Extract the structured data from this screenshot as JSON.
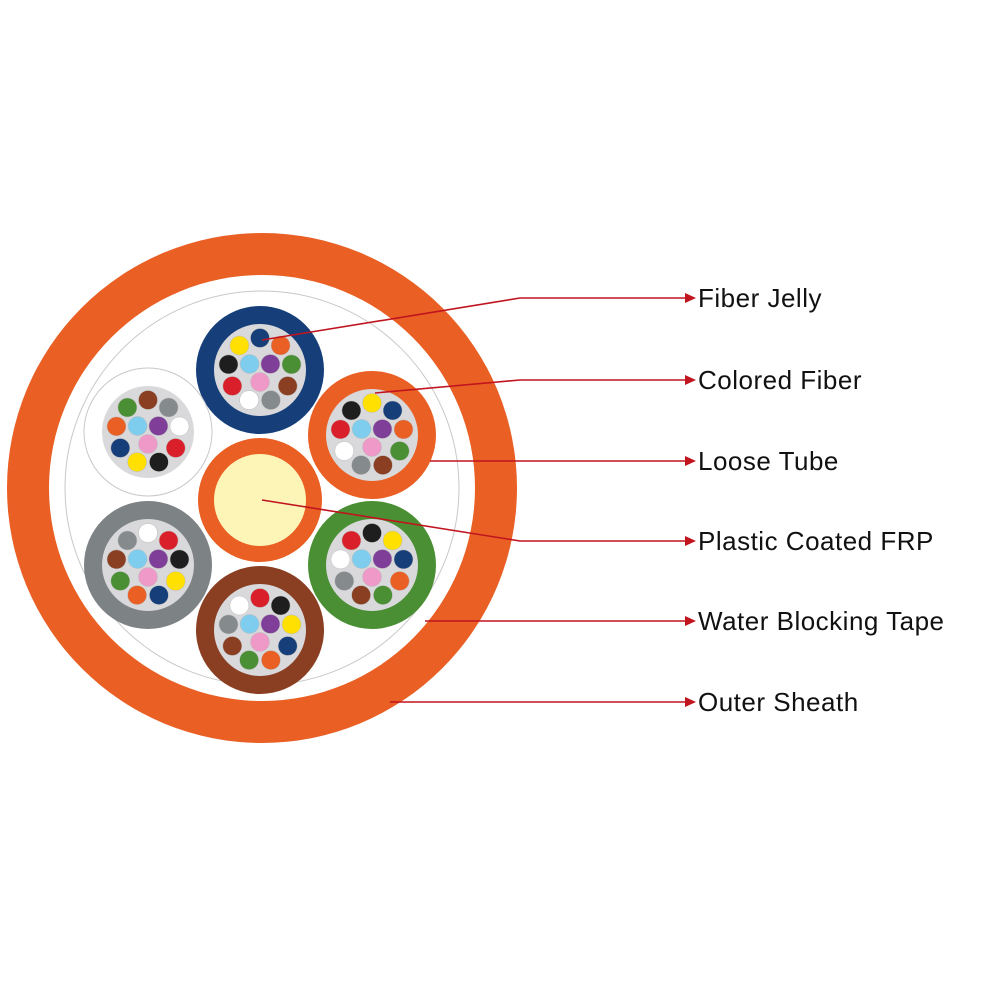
{
  "labels": [
    "Fiber Jelly",
    "Colored Fiber",
    "Loose Tube",
    "Plastic Coated FRP",
    "Water Blocking Tape",
    "Outer Sheath"
  ],
  "colors": {
    "sheath": "#e95f24",
    "frp_core": "#fdf5b8",
    "tube_inner": "#d9d9db",
    "leader": "#c0141f",
    "blue": "#163f7a",
    "orange": "#e95f24",
    "green": "#4a8f33",
    "brown": "#8a3f22",
    "slate": "#7d8285",
    "white": "#ffffff",
    "red": "#d9202a",
    "black": "#1e1e1e",
    "yellow": "#ffe000",
    "violet": "#7f3f98",
    "rose": "#ee99c8",
    "aqua": "#7fcdee",
    "gray": "#858a8c"
  },
  "tubes": [
    {
      "name": "blue",
      "jacket": "blue",
      "fibers": [
        "blue",
        "orange",
        "green",
        "brown",
        "gray",
        "white",
        "red",
        "black",
        "yellow",
        "violet",
        "rose",
        "aqua"
      ]
    },
    {
      "name": "orange",
      "jacket": "orange",
      "fibers": [
        "yellow",
        "blue",
        "orange",
        "green",
        "brown",
        "gray",
        "white",
        "red",
        "black",
        "violet",
        "rose",
        "aqua"
      ]
    },
    {
      "name": "green",
      "jacket": "green",
      "fibers": [
        "black",
        "yellow",
        "blue",
        "orange",
        "green",
        "brown",
        "gray",
        "white",
        "red",
        "violet",
        "rose",
        "aqua"
      ]
    },
    {
      "name": "brown",
      "jacket": "brown",
      "fibers": [
        "red",
        "black",
        "yellow",
        "blue",
        "orange",
        "green",
        "brown",
        "gray",
        "white",
        "violet",
        "rose",
        "aqua"
      ]
    },
    {
      "name": "slate",
      "jacket": "slate",
      "fibers": [
        "white",
        "red",
        "black",
        "yellow",
        "blue",
        "orange",
        "green",
        "brown",
        "gray",
        "violet",
        "rose",
        "aqua"
      ]
    },
    {
      "name": "white",
      "jacket": "white",
      "fibers": [
        "brown",
        "gray",
        "white",
        "red",
        "black",
        "yellow",
        "blue",
        "orange",
        "green",
        "violet",
        "rose",
        "aqua"
      ]
    }
  ]
}
